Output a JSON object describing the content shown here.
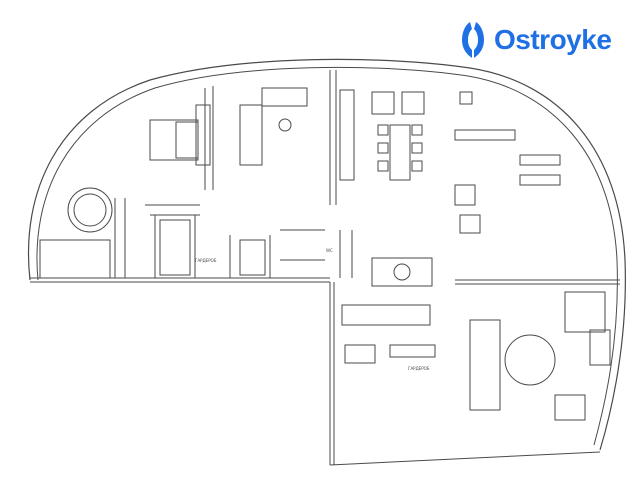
{
  "brand": {
    "name": "Ostroyke",
    "color": "#1f6fe5",
    "icon": "ostroyke-logo-icon"
  },
  "plan": {
    "line_color": "#4a4a4a",
    "room_labels": [
      {
        "text": "ГАРДЕРОБ"
      },
      {
        "text": "ГАРДЕРОБ"
      },
      {
        "text": "WC"
      }
    ]
  }
}
